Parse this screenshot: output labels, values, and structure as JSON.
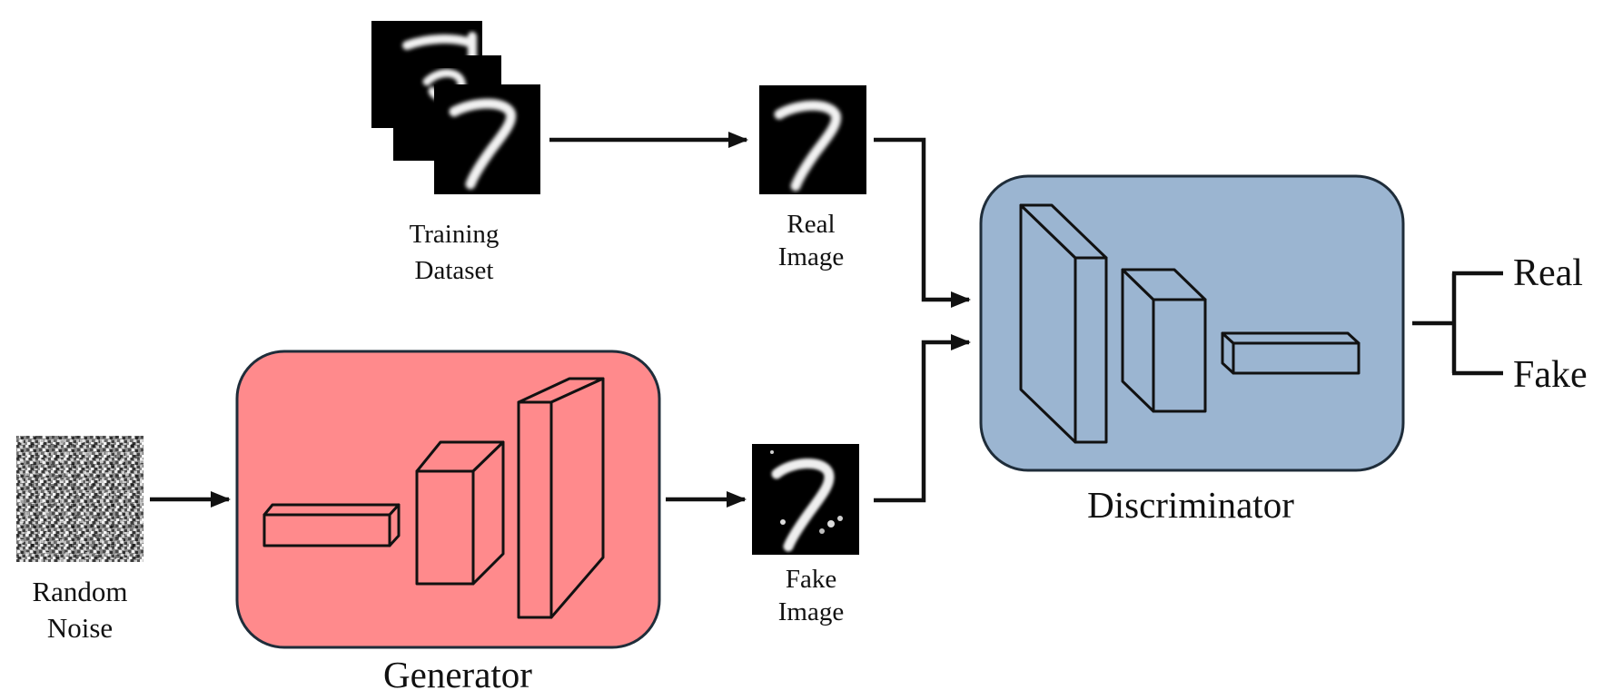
{
  "nodes": {
    "training_dataset": {
      "label_line1": "Training",
      "label_line2": "Dataset"
    },
    "real_image": {
      "label_line1": "Real",
      "label_line2": "Image"
    },
    "random_noise": {
      "label_line1": "Random",
      "label_line2": "Noise"
    },
    "generator": {
      "label": "Generator",
      "fill_color": "#ff8a8c"
    },
    "fake_image": {
      "label_line1": "Fake",
      "label_line2": "Image"
    },
    "discriminator": {
      "label": "Discriminator",
      "fill_color": "#9bb5d1"
    }
  },
  "outputs": {
    "real": {
      "label": "Real",
      "color": "#4ea72e"
    },
    "fake": {
      "label": "Fake",
      "color": "#c55a11"
    }
  },
  "edges": [
    {
      "from": "training_dataset",
      "to": "real_image"
    },
    {
      "from": "real_image",
      "to": "discriminator"
    },
    {
      "from": "random_noise",
      "to": "generator"
    },
    {
      "from": "generator",
      "to": "fake_image"
    },
    {
      "from": "fake_image",
      "to": "discriminator"
    },
    {
      "from": "discriminator",
      "to": "outputs"
    }
  ]
}
